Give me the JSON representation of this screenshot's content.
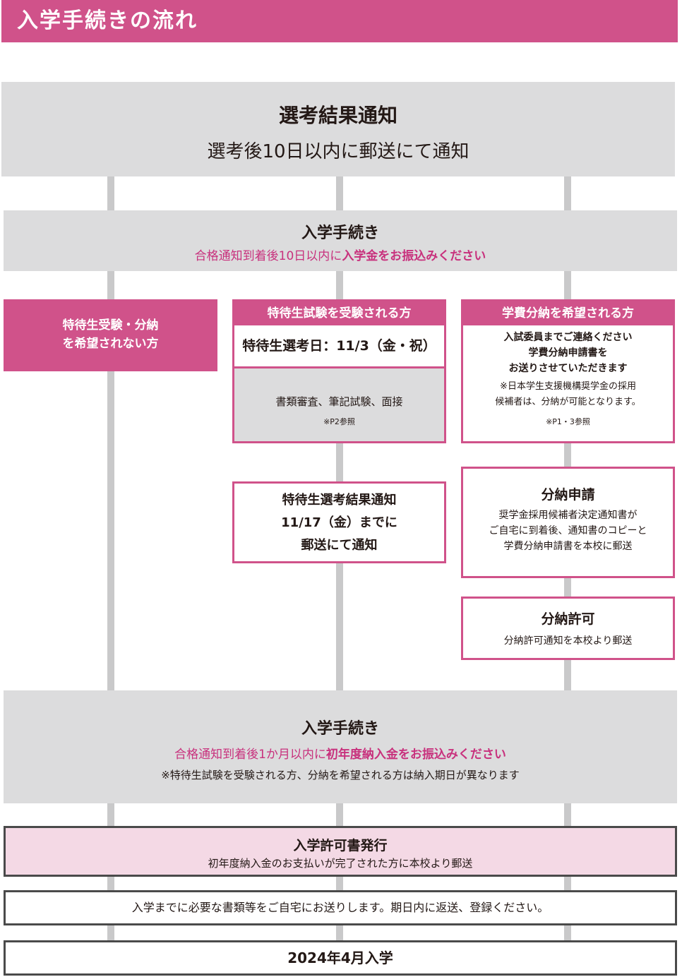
{
  "header": {
    "title": "入学手続きの流れ"
  },
  "step1": {
    "title": "選考結果通知",
    "subtitle": "選考後10日以内に郵送にて通知"
  },
  "step2": {
    "title": "入学手続き",
    "sub_normal": "合格通知到着後10日以内に",
    "sub_bold": "入学金をお振込みください"
  },
  "col_a": {
    "line1": "特待生受験・分納",
    "line2": "を希望されない方"
  },
  "col_b": {
    "header": "特待生試験を受験される方",
    "exam_date": "特待生選考日：11/3（金・祝）",
    "exam_content": "書類審査、筆記試験、面接",
    "ref": "※P2参照",
    "result_line1": "特待生選考結果通知",
    "result_line2": "11/17（金）までに",
    "result_line3": "郵送にて通知"
  },
  "col_c": {
    "header": "学費分納を希望される方",
    "contact_line1": "入試委員までご連絡ください",
    "contact_line2": "学費分納申請書を",
    "contact_line3": "お送りさせていただきます",
    "note_line1": "※日本学生支援機構奨学金の採用",
    "note_line2": "候補者は、分納が可能となります。",
    "ref": "※P1・3参照",
    "apply_title": "分納申請",
    "apply_line1": "奨学金採用候補者決定通知書が",
    "apply_line2": "ご自宅に到着後、通知書のコピーと",
    "apply_line3": "学費分納申請書を本校に郵送",
    "permit_title": "分納許可",
    "permit_text": "分納許可通知を本校より郵送"
  },
  "step3": {
    "title": "入学手続き",
    "sub_normal": "合格通知到着後1か月以内に",
    "sub_bold": "初年度納入金をお振込みください",
    "note": "※特待生試験を受験される方、分納を希望される方は納入期日が異なります"
  },
  "step4": {
    "title": "入学許可書発行",
    "subtitle": "初年度納入金のお支払いが完了された方に本校より郵送"
  },
  "step5": {
    "text": "入学までに必要な書類等をご自宅にお送りします。期日内に返送、登録ください。"
  },
  "step6": {
    "text": "2024年4月入学"
  },
  "colors": {
    "accent": "#d0528a",
    "accent_light": "#f4d9e5",
    "gray_box": "#dcdcdd",
    "connector": "#c9c9ca",
    "pink_text": "#c8317d"
  }
}
